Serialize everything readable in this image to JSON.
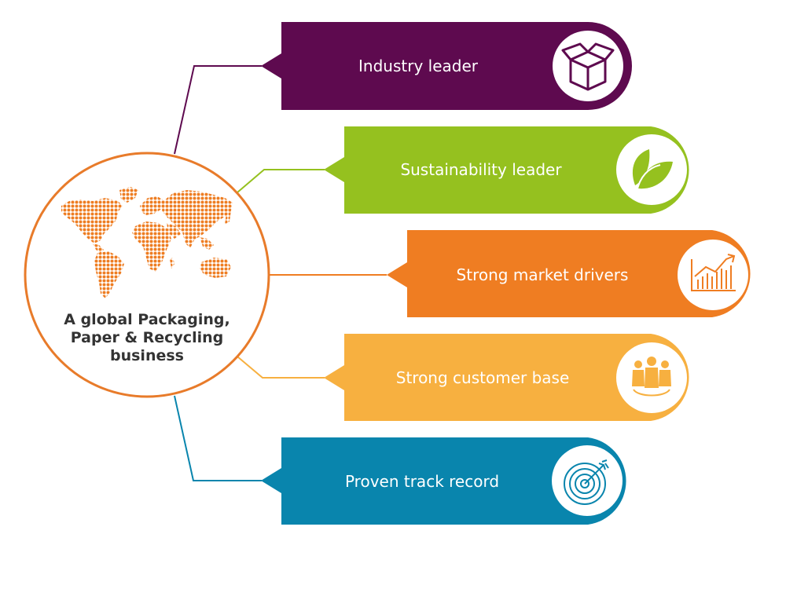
{
  "center": {
    "lines": [
      "A global Packaging,",
      "Paper & Recycling",
      "business"
    ],
    "map_color": "#ee7d22",
    "ring_color": "#e87b2a"
  },
  "items": [
    {
      "label": "Industry leader",
      "color": "#5e0a4f",
      "icon": "box-icon"
    },
    {
      "label": "Sustainability leader",
      "color": "#95c11f",
      "icon": "leaf-icon"
    },
    {
      "label": "Strong market drivers",
      "color": "#ef7d22",
      "icon": "growth-chart-icon"
    },
    {
      "label": "Strong customer base",
      "color": "#f7b040",
      "icon": "people-icon"
    },
    {
      "label": "Proven track record",
      "color": "#0985ad",
      "icon": "target-icon"
    }
  ]
}
